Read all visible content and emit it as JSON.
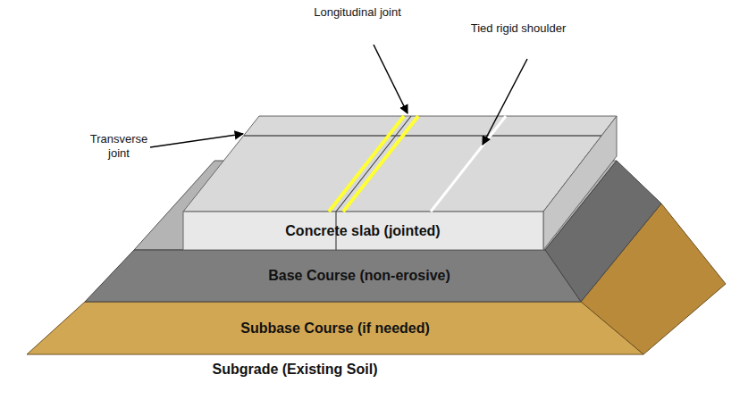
{
  "diagram": {
    "nodes": [
      {
        "text": [
          "Concrete slab (jointed)"
        ]
      },
      {
        "text": [
          "Base Course (non-erosive)"
        ]
      },
      {
        "text": [
          "Subbase Course (if needed)"
        ]
      }
    ],
    "labels": [
      "Longitudinal joint",
      "Tied rigid shoulder",
      "Transverse joint",
      "Subgrade (Existing Soil)"
    ]
  }
}
